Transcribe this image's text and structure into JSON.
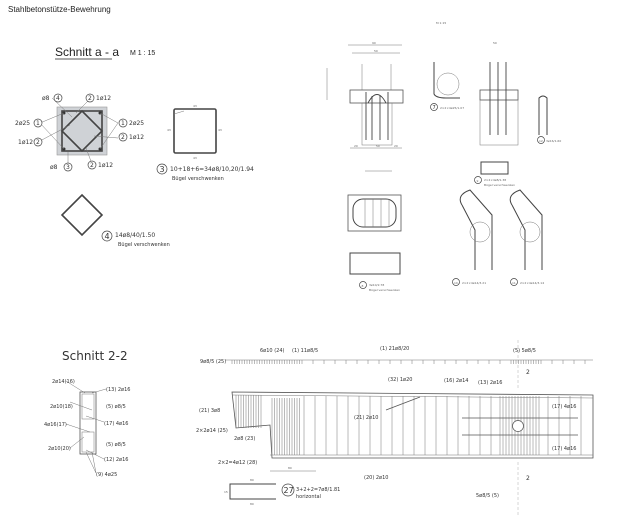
{
  "document": {
    "title": "Stahlbetonstütze-Bewehrung"
  },
  "section_aa": {
    "title": "Schnitt a - a",
    "scale": "M 1 : 15",
    "labels": [
      "ø8",
      "1ø12",
      "2ø25",
      "2ø25",
      "1ø12",
      "1ø12",
      "ø8",
      "1ø12"
    ],
    "marks": [
      "4",
      "2",
      "1",
      "1",
      "2",
      "2",
      "3",
      "2"
    ]
  },
  "stirrup_3": {
    "mark": "3",
    "spec": "10+18+6=34ø8/10,20/1.94",
    "note": "Bügel verschwenken",
    "dims": [
      "43",
      "43",
      "43",
      "43"
    ]
  },
  "stirrup_4": {
    "mark": "4",
    "spec": "14ø8/40/1.50",
    "note": "Bügel verschwenken"
  },
  "detail_right": {
    "scale": "M 1:15",
    "dims": [
      "90",
      "50",
      "50",
      "20",
      "50",
      "20"
    ],
    "items": [
      {
        "mark": "7",
        "spec": "2×2×4ø25/1.07"
      },
      {
        "mark": "8",
        "spec": "3ø10/2.78",
        "note": "Bügel verschwenken"
      },
      {
        "mark": "9",
        "spec": "2×4×4ø8/1.38",
        "note": "Bügel verschwenken"
      },
      {
        "mark": "10",
        "spec": "2×2×4ø14/3.21"
      },
      {
        "mark": "11",
        "spec": "2×2×4ø14/3.14"
      },
      {
        "mark": "12",
        "spec": "3ø16/1.60"
      }
    ]
  },
  "section_22": {
    "title": "Schnitt 2-2",
    "left_labels": [
      "2ø14(16)",
      "2ø10(18)",
      "4ø16(17)",
      "2ø10(20)"
    ],
    "right_labels": [
      "(13) 2ø16",
      "(5) ø8/5",
      "(17) 4ø16",
      "(5) ø8/5",
      "(12) 2ø16",
      "(9) 4ø25"
    ]
  },
  "elevation": {
    "top_labels": [
      "9ø8/5 (25)",
      "6ø10 (24)",
      "(1) 11ø8/5",
      "(1) 21ø8/20",
      "(5) 5ø8/5"
    ],
    "labels": [
      "(21) 3ø8",
      "2×2ø14 (25)",
      "2ø8 (23)",
      "2×2=4ø12 (28)",
      "(32) 1ø20",
      "(16) 2ø14",
      "(13) 2ø16",
      "(21) 2ø10",
      "(20) 2ø10",
      "(17) 4ø16",
      "(17) 4ø16",
      "5ø8/5 (5)"
    ],
    "section_mark": "2",
    "dim": "80"
  },
  "stirrup_27": {
    "mark": "27",
    "spec": "3+2+2=7ø8/1.81",
    "note": "horizontal",
    "dims": [
      "80",
      "80",
      "15"
    ]
  }
}
